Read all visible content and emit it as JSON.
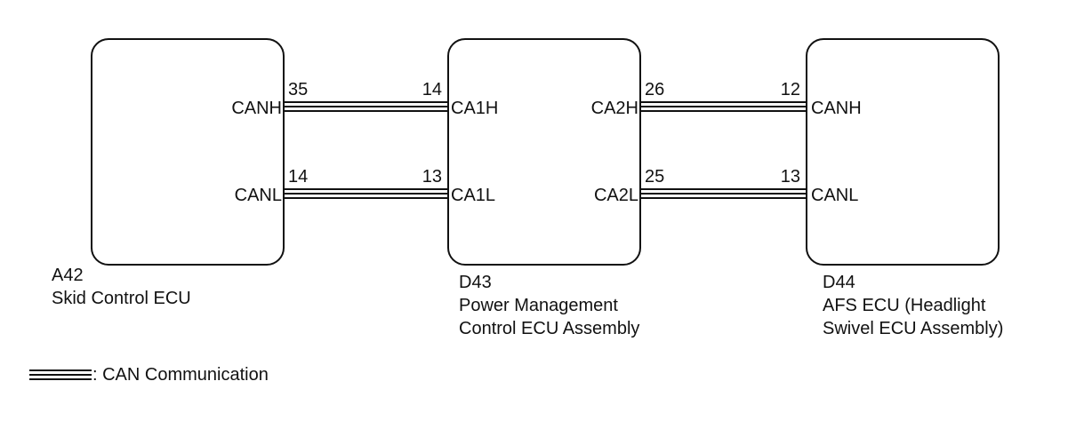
{
  "components": [
    {
      "code": "A42",
      "name_lines": [
        "Skid Control ECU"
      ],
      "pins": [
        {
          "signal": "CANH",
          "number": "35"
        },
        {
          "signal": "CANL",
          "number": "14"
        }
      ]
    },
    {
      "code": "D43",
      "name_lines": [
        "Power Management",
        "Control ECU Assembly"
      ],
      "pins_left": [
        {
          "signal": "CA1H",
          "number": "14"
        },
        {
          "signal": "CA1L",
          "number": "13"
        }
      ],
      "pins_right": [
        {
          "signal": "CA2H",
          "number": "26"
        },
        {
          "signal": "CA2L",
          "number": "25"
        }
      ]
    },
    {
      "code": "D44",
      "name_lines": [
        "AFS ECU (Headlight",
        "Swivel ECU Assembly)"
      ],
      "pins": [
        {
          "signal": "CANH",
          "number": "12"
        },
        {
          "signal": "CANL",
          "number": "13"
        }
      ]
    }
  ],
  "legend": {
    "label": ": CAN Communication"
  }
}
